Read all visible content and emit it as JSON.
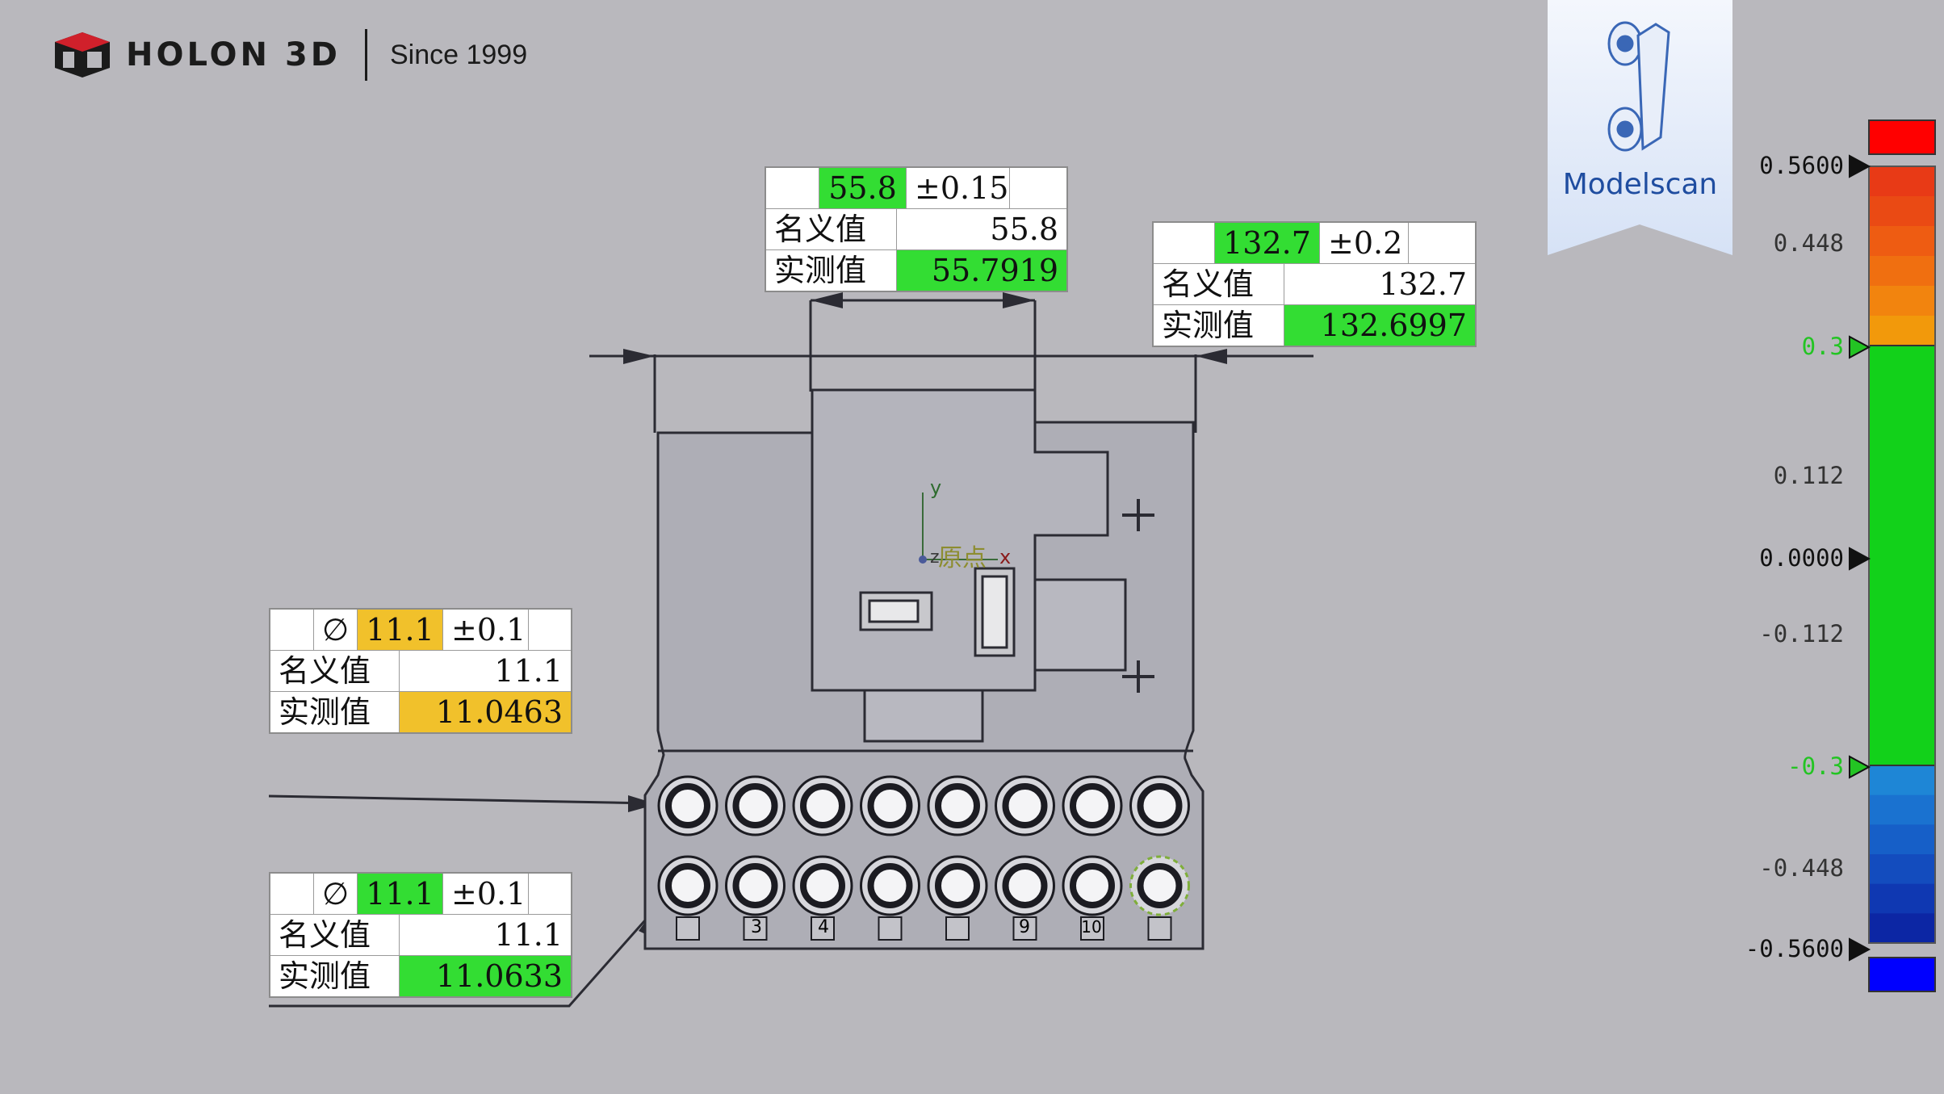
{
  "brand": {
    "logo_text": "HOLON 3D",
    "since": "Since 1999"
  },
  "badge": {
    "label": "Modelscan"
  },
  "drawing": {
    "origin_label": "原点",
    "axis_y": "y",
    "axis_x": "x",
    "axis_z": "z",
    "slot_numbers": [
      "3",
      "4",
      "9",
      "10"
    ]
  },
  "callouts": {
    "top": {
      "nominal_chip": "55.8",
      "tolerance": "±0.15",
      "nominal_label": "名义值",
      "nominal_value": "55.8",
      "measured_label": "实测值",
      "measured_value": "55.7919",
      "status_color": "#33dd33"
    },
    "right": {
      "nominal_chip": "132.7",
      "tolerance": "±0.2",
      "nominal_label": "名义值",
      "nominal_value": "132.7",
      "measured_label": "实测值",
      "measured_value": "132.6997",
      "status_color": "#33dd33"
    },
    "left_upper": {
      "diameter_symbol": "∅",
      "nominal_chip": "11.1",
      "tolerance": "±0.1",
      "nominal_label": "名义值",
      "nominal_value": "11.1",
      "measured_label": "实测值",
      "measured_value": "11.0463",
      "status_color": "#f1c12b"
    },
    "left_lower": {
      "diameter_symbol": "∅",
      "nominal_chip": "11.1",
      "tolerance": "±0.1",
      "nominal_label": "名义值",
      "nominal_value": "11.1",
      "measured_label": "实测值",
      "measured_value": "11.0633",
      "status_color": "#33dd33"
    }
  },
  "color_scale": {
    "labels": [
      {
        "text": "0.5600",
        "color": "#111111",
        "marker": true
      },
      {
        "text": "0.448",
        "color": "#333333",
        "marker": false
      },
      {
        "text": "0.3",
        "color": "#23c423",
        "marker": true
      },
      {
        "text": "0.112",
        "color": "#333333",
        "marker": false
      },
      {
        "text": "0.0000",
        "color": "#111111",
        "marker": true
      },
      {
        "text": "-0.112",
        "color": "#333333",
        "marker": false
      },
      {
        "text": "-0.3",
        "color": "#23c423",
        "marker": true
      },
      {
        "text": "-0.448",
        "color": "#333333",
        "marker": false
      },
      {
        "text": "-0.5600",
        "color": "#111111",
        "marker": true
      }
    ],
    "over_color": "#ff0000",
    "under_color": "#0000ff",
    "in_tolerance_color": "#12d11a"
  }
}
